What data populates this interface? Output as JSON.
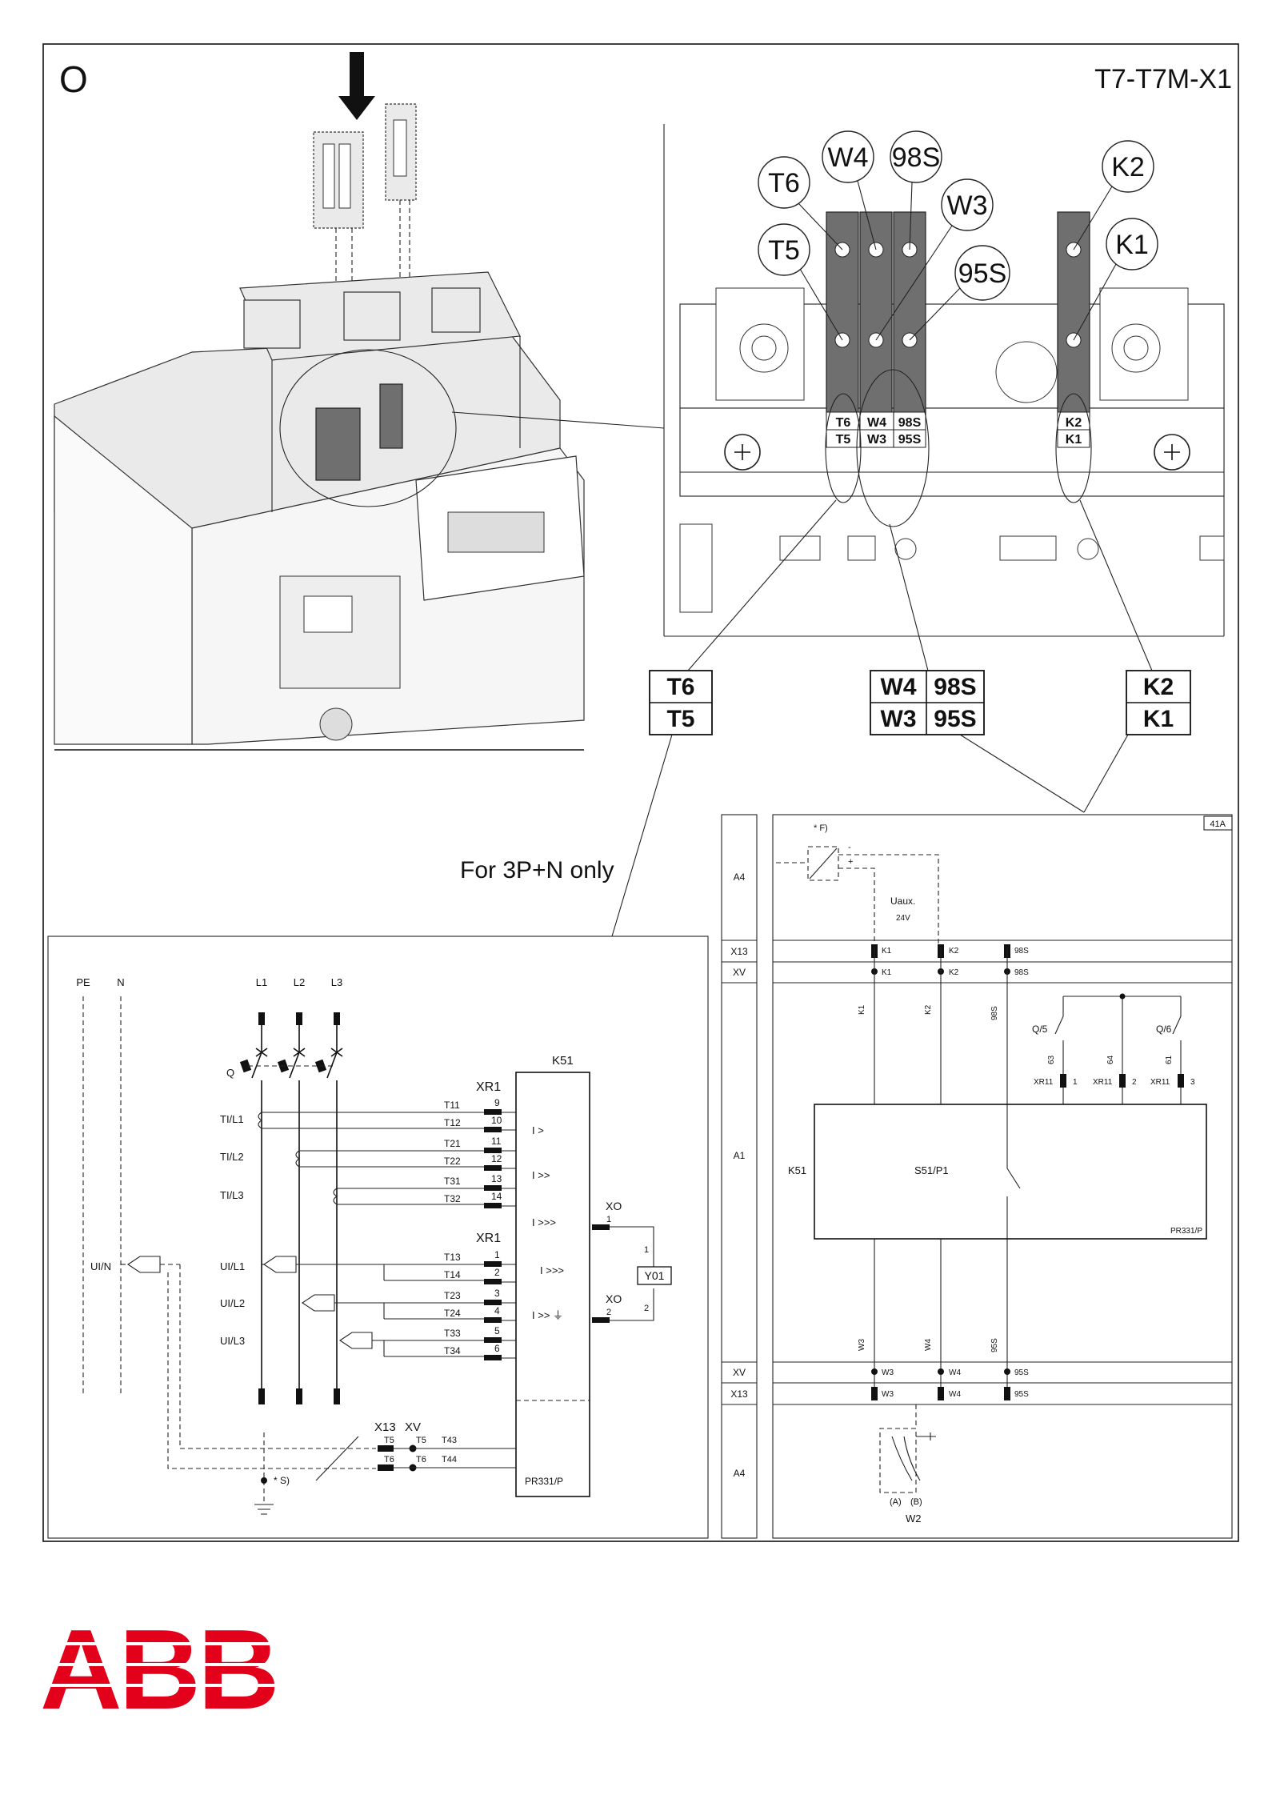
{
  "sheet": {
    "code": "O",
    "title": "T7-T7M-X1"
  },
  "brand": {
    "logo_text": "ABB",
    "logo_color": "#e2001a"
  },
  "terminals": {
    "callouts": [
      "T6",
      "T5",
      "W4",
      "98S",
      "W3",
      "95S",
      "K2",
      "K1"
    ],
    "labels_left": [
      "T6",
      "T5"
    ],
    "labels_mid_top": [
      "W4",
      "98S"
    ],
    "labels_mid_bottom": [
      "W3",
      "95S"
    ],
    "labels_right": [
      "K2",
      "K1"
    ]
  },
  "left_schematic": {
    "note": "For 3P+N only",
    "conductors": [
      "PE",
      "N",
      "L1",
      "L2",
      "L3"
    ],
    "breaker": "Q",
    "current_sensors": [
      "TI/L1",
      "TI/L2",
      "TI/L3"
    ],
    "voltage_inputs": [
      "UI/N",
      "UI/L1",
      "UI/L2",
      "UI/L3"
    ],
    "relay": "K51",
    "relay_model": "PR331/P",
    "connector_xr1": "XR1",
    "connector_xo": "XO",
    "trip_coil": "Y01",
    "xr1_upper": [
      {
        "wire": "T11",
        "pin": "9"
      },
      {
        "wire": "T12",
        "pin": "10"
      },
      {
        "wire": "T21",
        "pin": "11"
      },
      {
        "wire": "T22",
        "pin": "12"
      },
      {
        "wire": "T31",
        "pin": "13"
      },
      {
        "wire": "T32",
        "pin": "14"
      }
    ],
    "xr1_lower": [
      {
        "wire": "T13",
        "pin": "1"
      },
      {
        "wire": "T14",
        "pin": "2"
      },
      {
        "wire": "T23",
        "pin": "3"
      },
      {
        "wire": "T24",
        "pin": "4"
      },
      {
        "wire": "T33",
        "pin": "5"
      },
      {
        "wire": "T34",
        "pin": "6"
      }
    ],
    "xo_pins": [
      "1",
      "2"
    ],
    "coil_pins": [
      "1",
      "2"
    ],
    "bottom_connectors": [
      "X13",
      "XV"
    ],
    "bottom_rows": [
      {
        "term": "T5",
        "wire": "T43"
      },
      {
        "term": "T6",
        "wire": "T44"
      }
    ],
    "earth_note": "* S)",
    "functions": [
      "I >",
      "I >>",
      "I >>>",
      "I >>>",
      "I >> ⏚"
    ]
  },
  "right_schematic": {
    "sheet_ref": "41A",
    "rows": [
      "A4",
      "X13",
      "XV",
      "A1",
      "XV",
      "X13",
      "A4"
    ],
    "supply_note": "* F)",
    "supply_label": "Uaux.",
    "supply_voltage": "24V",
    "top_terms": [
      "K1",
      "K2",
      "98S"
    ],
    "wire_top": [
      "K1",
      "K2",
      "98S"
    ],
    "bottom_terms": [
      "W3",
      "W4",
      "95S"
    ],
    "wire_bottom": [
      "W3",
      "W4",
      "95S"
    ],
    "aux_switches": [
      "Q/5",
      "Q/6"
    ],
    "aux_wires": [
      "63",
      "64",
      "61"
    ],
    "xr11_label": "XR11",
    "xr11_pins": [
      "1",
      "2",
      "3"
    ],
    "relay": "K51",
    "contact": "S51/P1",
    "relay_model": "PR331/P",
    "bus_labels": [
      "(A)",
      "(B)"
    ],
    "bus_cable": "W2",
    "plus": "+",
    "minus": "-"
  }
}
